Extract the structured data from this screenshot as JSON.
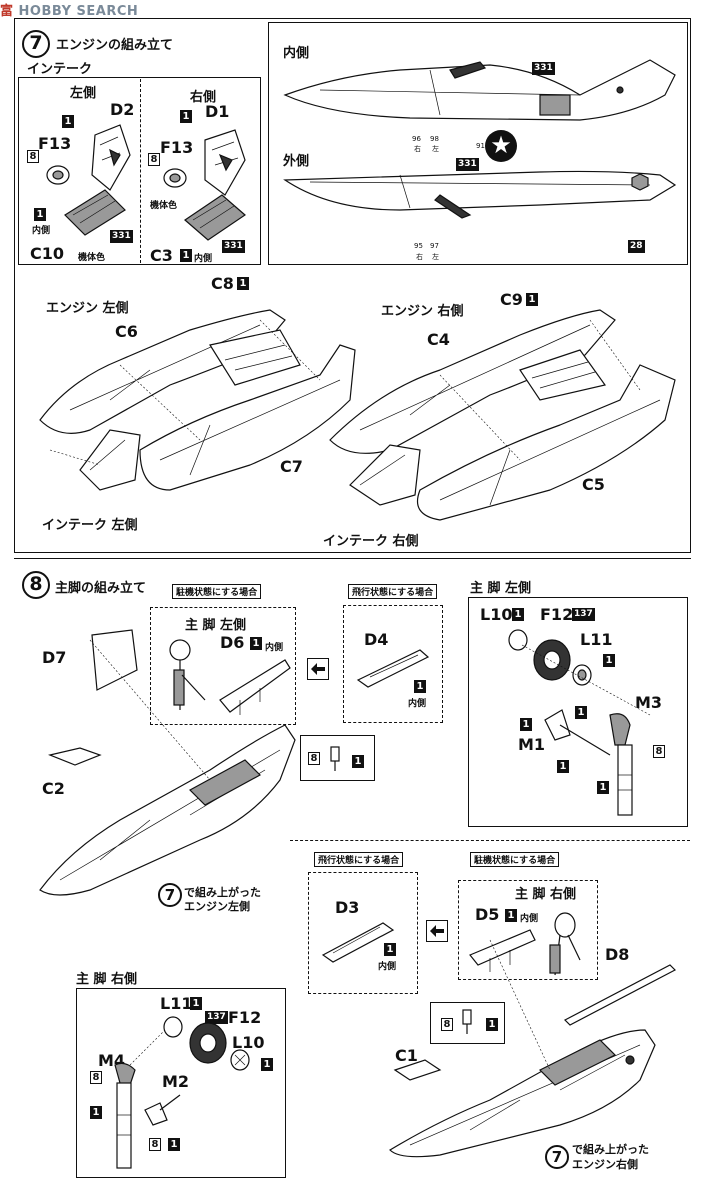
{
  "watermark": {
    "prefix": "富",
    "text": "HOBBY SEARCH"
  },
  "step7": {
    "number": "7",
    "title": "エンジンの組み立て",
    "intake_heading": "インテーク",
    "left_label": "左側",
    "right_label": "右側",
    "left_parts": {
      "d2": "D2",
      "f13": "F13",
      "c10": "C10",
      "inner": "内側",
      "body_color": "機体色"
    },
    "right_parts": {
      "d1": "D1",
      "f13": "F13",
      "c3": "C3",
      "inner": "内側",
      "body_color": "機体色"
    },
    "decal_inner_label": "内側",
    "decal_outer_label": "外側",
    "decal_nums": {
      "n331a": "331",
      "n331b": "331",
      "n331c": "331",
      "n331d": "331",
      "n28": "28",
      "n96": "96",
      "n98": "98",
      "n95": "95",
      "n97": "97",
      "n91": "91",
      "right_sm": "右",
      "left_sm": "左"
    },
    "engine_left_label": "エンジン 左側",
    "engine_right_label": "エンジン 右側",
    "engine_left_parts": {
      "c8": "C8",
      "c6": "C6",
      "c7": "C7"
    },
    "engine_right_parts": {
      "c9": "C9",
      "c4": "C4",
      "c5": "C5"
    },
    "intake_left_label": "インテーク 左側",
    "intake_right_label": "インテーク 右側"
  },
  "step8": {
    "number": "8",
    "title": "主脚の組み立て",
    "parked_caption": "駐機状態にする場合",
    "flight_caption": "飛行状態にする場合",
    "main_gear_left": "主 脚 左側",
    "main_gear_right": "主 脚 右側",
    "parts_top": {
      "d7": "D7",
      "d6": "D6",
      "d4": "D4",
      "c2": "C2",
      "inner": "内側",
      "inner2": "内側"
    },
    "gear_left_parts": {
      "l10": "L10",
      "f12": "F12",
      "n137": "137",
      "l11": "L11",
      "m3": "M3",
      "m1": "M1"
    },
    "gear_right_parts": {
      "l11": "L11",
      "n137": "137",
      "f12": "F12",
      "l10": "L10",
      "m4": "M4",
      "m2": "M2"
    },
    "parts_bottom": {
      "d3": "D3",
      "d5": "D5",
      "d8": "D8",
      "c1": "C1",
      "inner": "内側",
      "inner2": "内側"
    },
    "assembled_left_line1": "で組み上がった",
    "assembled_left_line2": "エンジン左側",
    "assembled_right_line1": "で組み上がった",
    "assembled_right_line2": "エンジン右側",
    "ref_step": "7"
  },
  "badges": {
    "one": "1",
    "eight": "8"
  }
}
